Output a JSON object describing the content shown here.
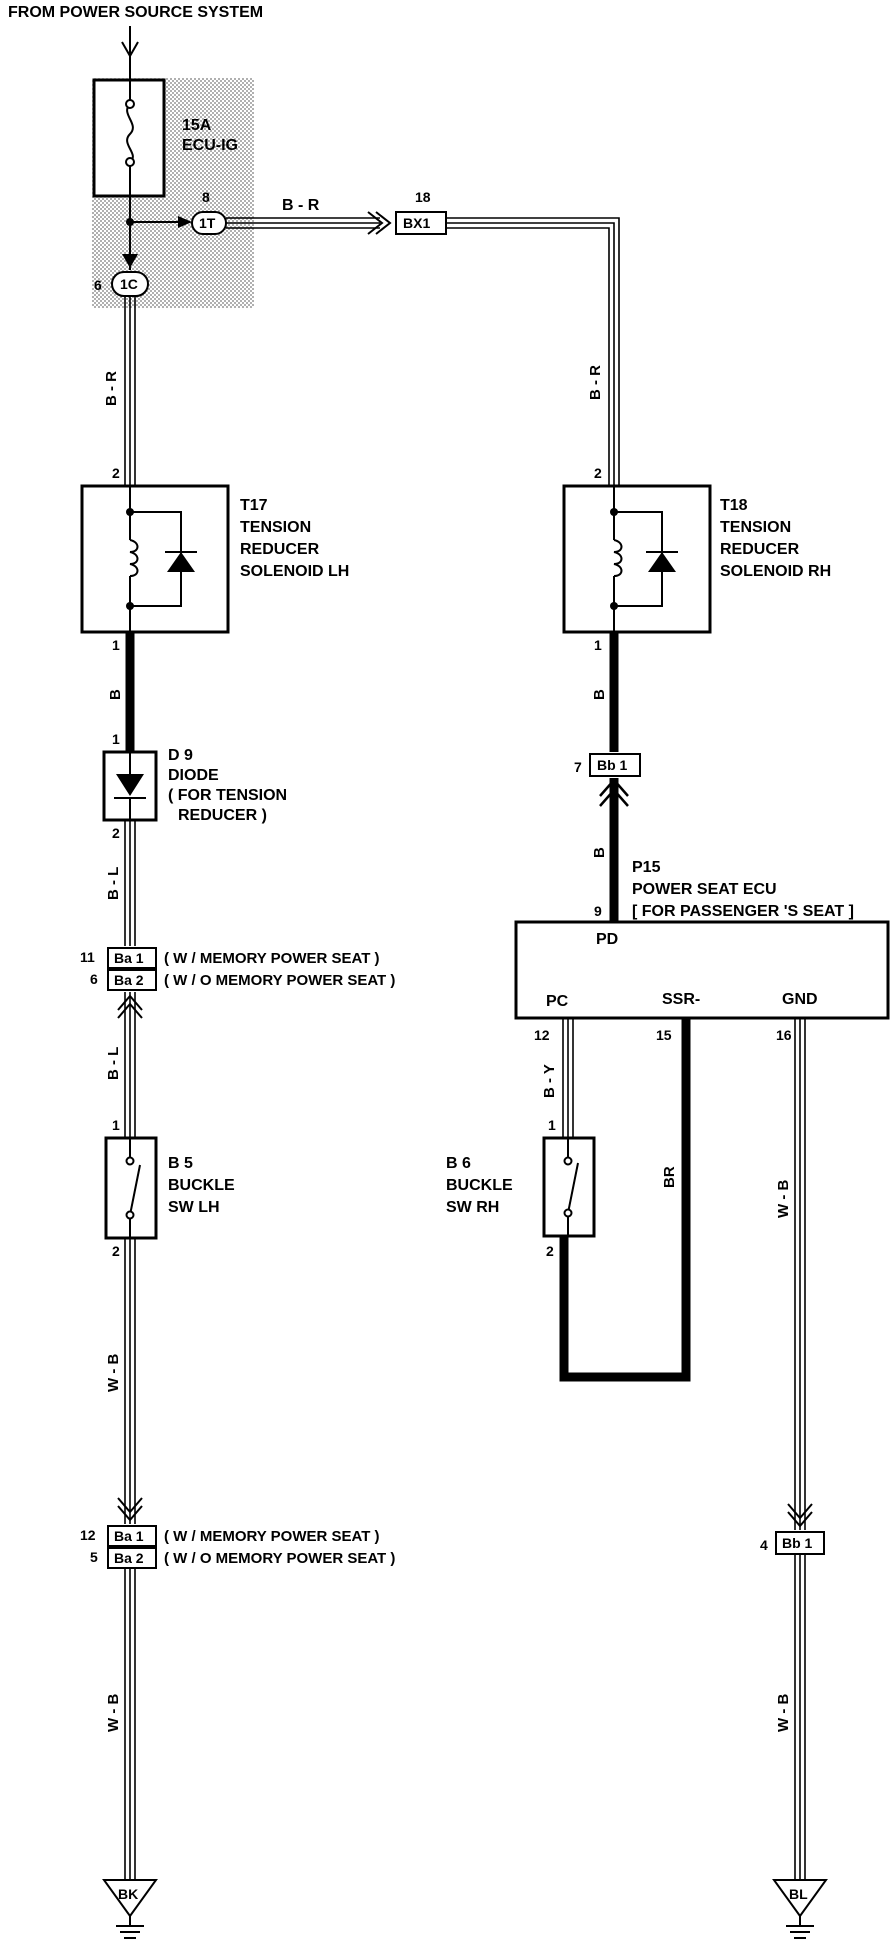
{
  "header": "FROM POWER SOURCE SYSTEM",
  "fuse": {
    "rating": "15A",
    "name": "ECU-IG"
  },
  "junctions": {
    "j1t": {
      "pin": "8",
      "label": "1T"
    },
    "j1c": {
      "pin": "6",
      "label": "1C"
    },
    "bx1": {
      "pin": "18",
      "label": "BX1"
    }
  },
  "wires": {
    "br_top": "B - R",
    "br_left": "B - R",
    "br_right": "B - R",
    "b_left": "B",
    "b_right1": "B",
    "b_right2": "B",
    "bl_1": "B - L",
    "bl_2": "B - L",
    "wb_left1": "W - B",
    "wb_left2": "W - B",
    "by": "B - Y",
    "br_ssr": "BR",
    "wb_right1": "W - B",
    "wb_right2": "W - B"
  },
  "t17": {
    "pin_top": "2",
    "pin_bottom": "1",
    "code": "T17",
    "name1": "TENSION",
    "name2": "REDUCER",
    "name3": "SOLENOID  LH"
  },
  "t18": {
    "pin_top": "2",
    "pin_bottom": "1",
    "code": "T18",
    "name1": "TENSION",
    "name2": "REDUCER",
    "name3": "SOLENOID  RH"
  },
  "d9": {
    "pin_top": "1",
    "pin_bottom": "2",
    "code": "D 9",
    "name1": "DIODE",
    "name2": "( FOR TENSION",
    "name3": "REDUCER )"
  },
  "ba_upper": {
    "pin1": "11",
    "label1": "Ba 1",
    "desc1": "( W / MEMORY  POWER  SEAT )",
    "pin2": "6",
    "label2": "Ba 2",
    "desc2": "( W / O MEMORY  POWER  SEAT )"
  },
  "ba_lower": {
    "pin1": "12",
    "label1": "Ba 1",
    "desc1": "( W / MEMORY  POWER  SEAT )",
    "pin2": "5",
    "label2": "Ba 2",
    "desc2": "( W / O MEMORY  POWER  SEAT )"
  },
  "bb1_upper": {
    "pin": "7",
    "label": "Bb 1"
  },
  "bb1_lower": {
    "pin": "4",
    "label": "Bb 1"
  },
  "b5": {
    "pin_top": "1",
    "pin_bottom": "2",
    "code": "B 5",
    "name1": "BUCKLE",
    "name2": "SW  LH"
  },
  "b6": {
    "pin_top": "1",
    "pin_bottom": "2",
    "code": "B 6",
    "name1": "BUCKLE",
    "name2": "SW  RH"
  },
  "p15": {
    "pin_pd": "9",
    "code": "P15",
    "name1": "POWER  SEAT  ECU",
    "name2": "[ FOR  PASSENGER 'S SEAT ]",
    "pd": "PD",
    "pc": "PC",
    "ssr": "SSR-",
    "gnd": "GND",
    "pin_pc": "12",
    "pin_ssr": "15",
    "pin_gnd": "16"
  },
  "grounds": {
    "left": "BK",
    "right": "BL"
  }
}
